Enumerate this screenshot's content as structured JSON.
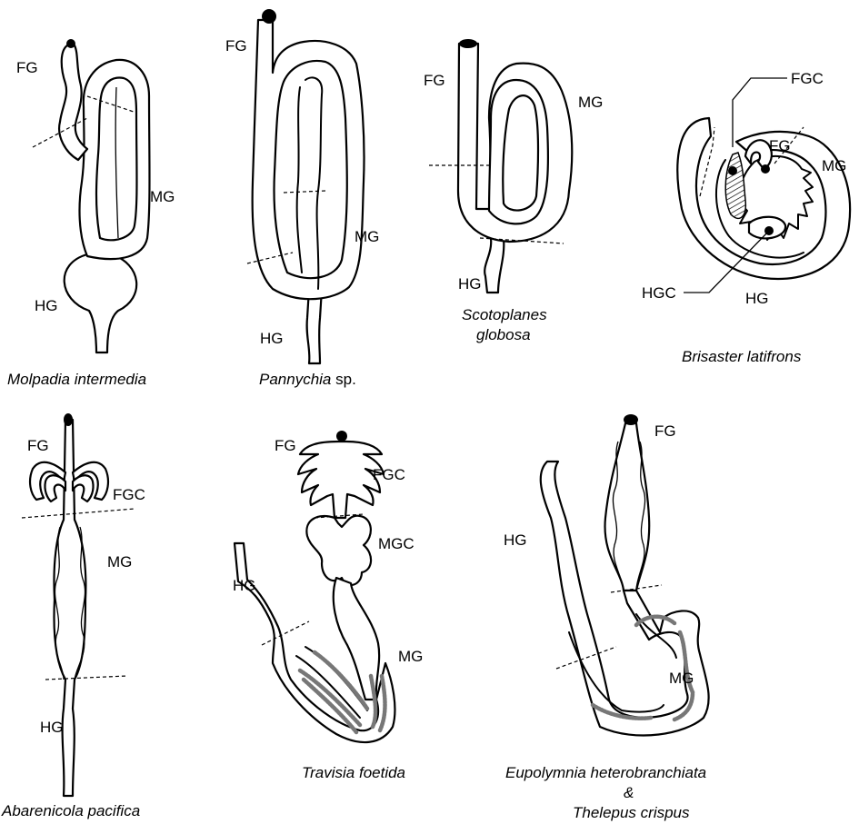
{
  "labels": {
    "fg": "FG",
    "mg": "MG",
    "hg": "HG",
    "fgc": "FGC",
    "hgc": "HGC",
    "mgc": "MGC"
  },
  "captions": {
    "molpadia": "Molpadia intermedia",
    "pannychia_genus": "Pannychia",
    "pannychia_sp": " sp.",
    "scotoplanes_1": "Scotoplanes",
    "scotoplanes_2": "globosa",
    "brisaster": "Brisaster latifrons",
    "abarenicola": "Abarenicola pacifica",
    "travisia": "Travisia foetida",
    "eupolymnia": "Eupolymnia heterobranchiata",
    "ampersand": "&",
    "thelepus": "Thelepus crispus"
  }
}
